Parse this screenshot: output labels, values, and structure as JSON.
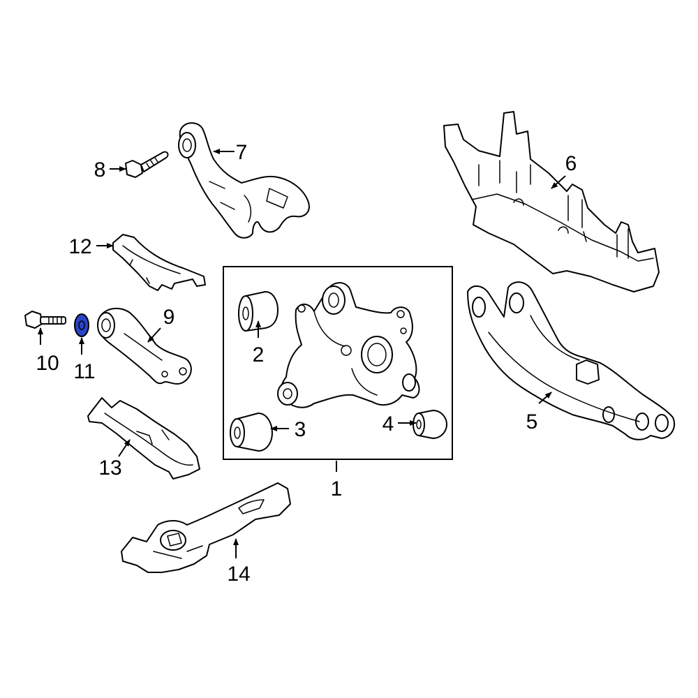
{
  "callouts": {
    "c1": "1",
    "c2": "2",
    "c3": "3",
    "c4": "4",
    "c5": "5",
    "c6": "6",
    "c7": "7",
    "c8": "8",
    "c9": "9",
    "c10": "10",
    "c11": "11",
    "c12": "12",
    "c13": "13",
    "c14": "14"
  },
  "colors": {
    "line": "#000000",
    "background": "#ffffff",
    "highlight": "#2a43c8"
  },
  "highlighted_part": "11"
}
